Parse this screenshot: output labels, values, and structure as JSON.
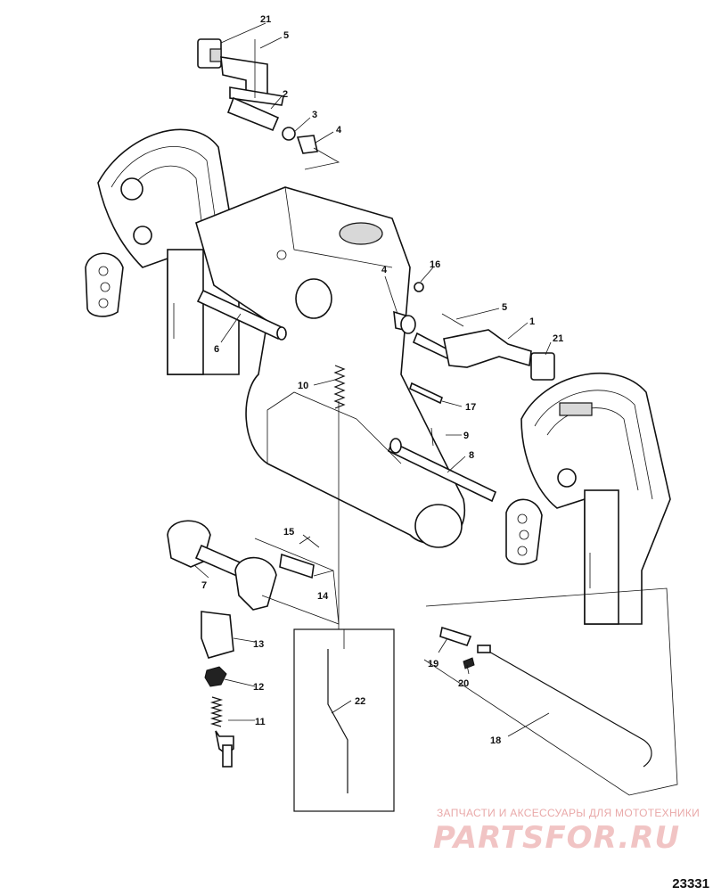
{
  "callouts": {
    "c1": "1",
    "c2": "2",
    "c3": "3",
    "c4a": "4",
    "c4b": "4",
    "c5a": "5",
    "c5b": "5",
    "c6": "6",
    "c7": "7",
    "c8": "8",
    "c9": "9",
    "c10": "10",
    "c11": "11",
    "c12": "12",
    "c13": "13",
    "c14": "14",
    "c15": "15",
    "c16": "16",
    "c17": "17",
    "c18": "18",
    "c19": "19",
    "c20": "20",
    "c21a": "21",
    "c21b": "21",
    "c22": "22"
  },
  "watermark": {
    "tagline": "ЗАПЧАСТИ И АКСЕССУАРЫ ДЛЯ МОТОТЕХНИКИ",
    "logo": "PARTSFOR.RU"
  },
  "document_number": "23331"
}
